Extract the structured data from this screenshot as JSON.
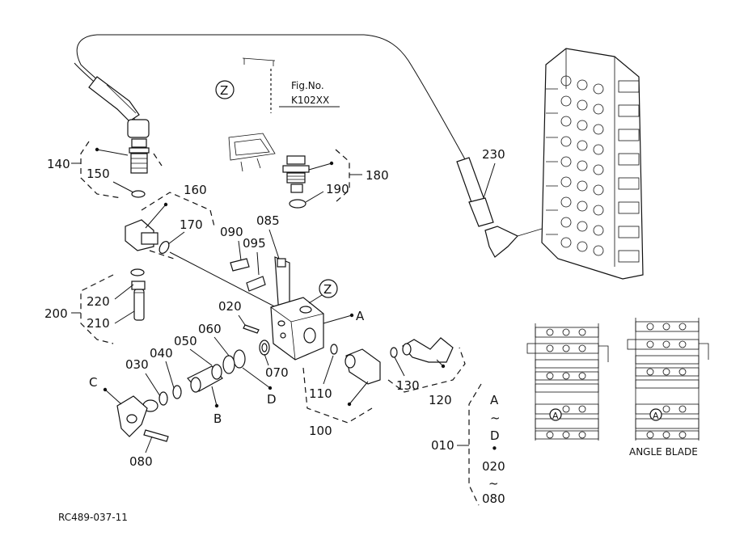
{
  "figure": {
    "fig_no_label": "Fig.No.",
    "fig_no_value": "K102XX",
    "drawing_code": "RC489-037-11",
    "angle_blade_caption": "ANGLE BLADE"
  },
  "ref_marks": {
    "z_top": "Z",
    "z_block": "Z",
    "a": "A",
    "b": "B",
    "c": "C",
    "d": "D",
    "inset_a1": "A",
    "inset_a2": "A"
  },
  "callouts": {
    "p010": "010",
    "p020": "020",
    "p030": "030",
    "p040": "040",
    "p050": "050",
    "p060": "060",
    "p070": "070",
    "p080": "080",
    "p085": "085",
    "p090": "090",
    "p095": "095",
    "p100": "100",
    "p110": "110",
    "p120": "120",
    "p130": "130",
    "p140": "140",
    "p150": "150",
    "p160": "160",
    "p170": "170",
    "p180": "180",
    "p190": "190",
    "p200": "200",
    "p210": "210",
    "p220": "220",
    "p230": "230"
  },
  "range_010": {
    "from": "A",
    "tilde1": "~",
    "to": "D",
    "dot": "•",
    "from2": "020",
    "tilde2": "~",
    "to2": "080"
  }
}
